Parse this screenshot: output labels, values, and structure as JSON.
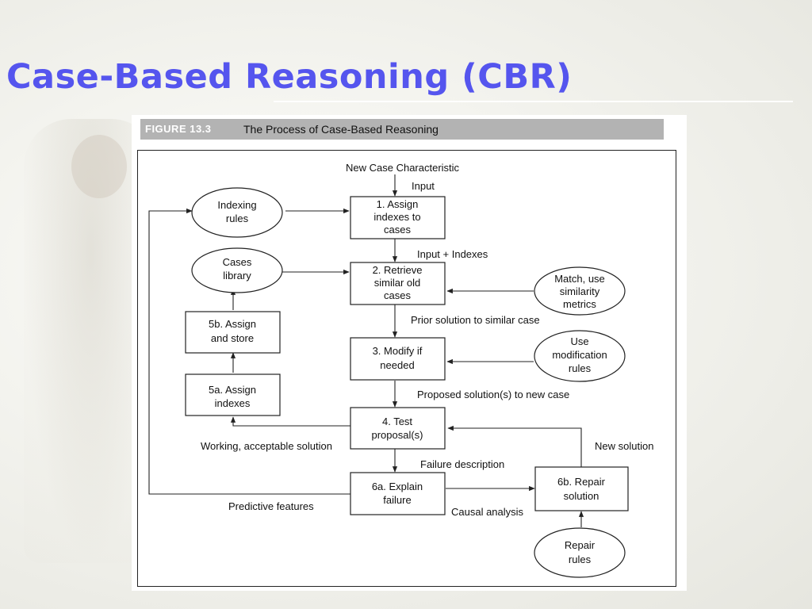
{
  "slide": {
    "title": "Case-Based Reasoning (CBR)"
  },
  "figure": {
    "number": "FIGURE 13.3",
    "caption": "The Process of Case-Based Reasoning"
  },
  "nodes": {
    "step1": [
      "1. Assign",
      "indexes to",
      "cases"
    ],
    "step2": [
      "2. Retrieve",
      "similar old",
      "cases"
    ],
    "step3": [
      "3. Modify if",
      "needed"
    ],
    "step4": [
      "4. Test",
      "proposal(s)"
    ],
    "step5a": [
      "5a. Assign",
      "indexes"
    ],
    "step5b": [
      "5b. Assign",
      "and store"
    ],
    "step6a": [
      "6a. Explain",
      "failure"
    ],
    "step6b": [
      "6b. Repair",
      "solution"
    ],
    "indexing_rules": [
      "Indexing",
      "rules"
    ],
    "cases_library": [
      "Cases",
      "library"
    ],
    "similarity_metrics": [
      "Match, use",
      "similarity",
      "metrics"
    ],
    "modification_rules": [
      "Use",
      "modification",
      "rules"
    ],
    "repair_rules": [
      "Repair",
      "rules"
    ]
  },
  "edge_labels": {
    "new_case": "New Case Characteristic",
    "input": "Input",
    "input_indexes": "Input + Indexes",
    "prior_solution": "Prior solution to similar case",
    "proposed_solution": "Proposed solution(s) to new case",
    "working_solution": "Working, acceptable solution",
    "failure_description": "Failure description",
    "new_solution": "New solution",
    "predictive_features": "Predictive features",
    "causal_analysis": "Causal analysis"
  }
}
